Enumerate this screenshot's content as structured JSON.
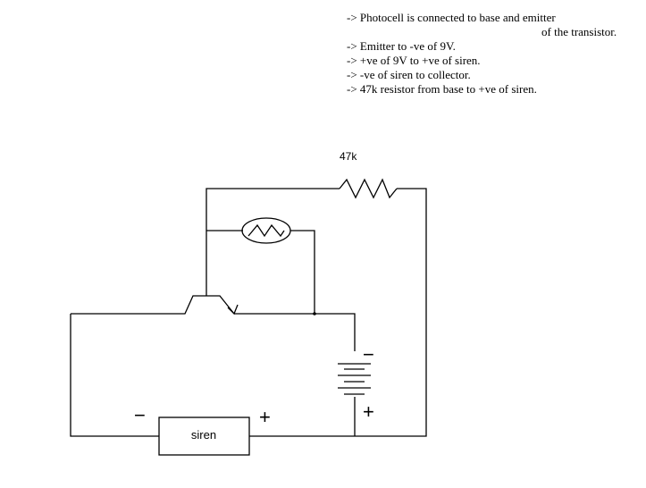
{
  "notes": [
    "-> Photocell is connected to base and emitter",
    "of the transistor.",
    "-> Emitter to -ve of 9V.",
    "-> +ve of 9V to +ve of siren.",
    "-> -ve of siren to collector.",
    "-> 47k resistor from base to +ve of siren."
  ],
  "labels": {
    "resistor": "47k",
    "siren": "siren",
    "siren_minus": "−",
    "siren_plus": "+",
    "battery_minus": "−",
    "battery_plus": "+"
  }
}
